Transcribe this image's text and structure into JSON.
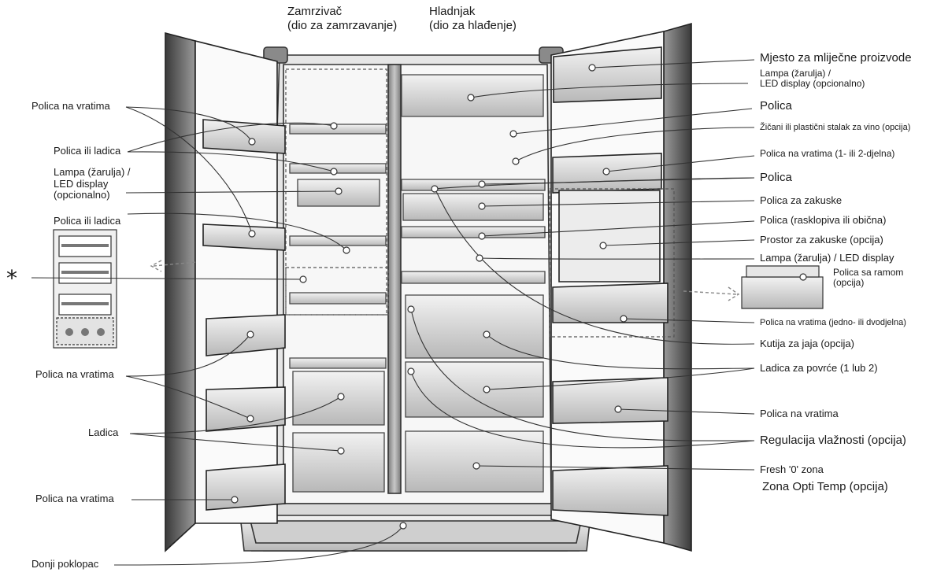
{
  "header": {
    "freezer_title": "Zamrzivač",
    "freezer_sub": "(dio za zamrzavanje)",
    "fridge_title": "Hladnjak",
    "fridge_sub": "(dio za hlađenje)"
  },
  "left_labels": {
    "door_shelf_1": "Polica na vratima",
    "shelf_or_drawer_1": "Polica ili ladica",
    "lamp_1": "Lampa (žarulja) /",
    "lamp_2": "LED display",
    "lamp_3": "(opcionalno)",
    "shelf_or_drawer_2": "Polica ili ladica",
    "asterisk": "*",
    "door_shelf_2": "Polica na vratima",
    "drawer": "Ladica",
    "door_shelf_3": "Polica na vratima",
    "bottom_cover": "Donji poklopac"
  },
  "right_labels": {
    "dairy": "Mjesto za mliječne proizvode",
    "lamp_led_1": "Lampa (žarulja) /",
    "lamp_led_2": "LED display (opcionalno)",
    "shelf_1": "Polica",
    "wine_rack": "Žičani ili plastični stalak za vino (opcija)",
    "door_shelf_1or2": "Polica na vratima (1- ili 2-djelna)",
    "shelf_2": "Polica",
    "snack_shelf": "Polica za zakuske",
    "folding_shelf": "Polica (rasklopiva ili obična)",
    "snack_space": "Prostor za zakuske (opcija)",
    "lamp_led_display": "Lampa (žarulja) / LED display",
    "frame_shelf_1": "Polica sa ramom",
    "frame_shelf_2": "(opcija)",
    "door_shelf_one_two": "Polica na vratima (jedno- ili dvodjelna)",
    "egg_box": "Kutija za jaja (opcija)",
    "veg_drawer": "Ladica za povrće (1 lub 2)",
    "door_shelf": "Polica na vratima",
    "humidity": "Regulacija vlažnosti (opcija)",
    "fresh_zone": "Fresh '0' zona",
    "opti_temp": "Zona Opti Temp (opcija)"
  }
}
